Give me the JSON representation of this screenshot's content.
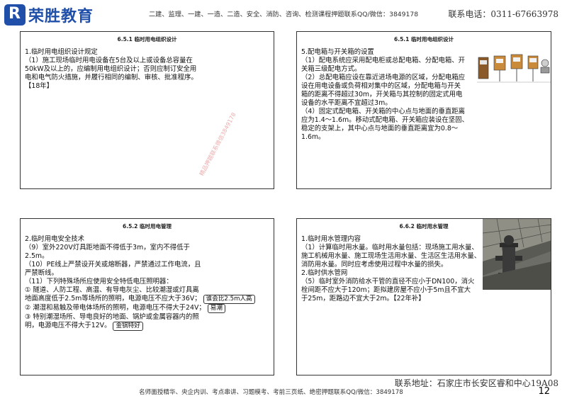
{
  "header": {
    "logo_glyph": "R",
    "logo_text": "荣胜教育",
    "banner": "二建、监理、一建、一造、二造、安全、消防、咨询、检测课程押题联系QQ/微信：3849178",
    "phone": "联系电话：0311-67663978"
  },
  "panels": [
    {
      "title": "6.5.1 临时用电组织设计",
      "lines": [
        "1.临时用电组织设计规定",
        "（1）施工现场临时用电设备在5台及以上或设备总容量在",
        "50kW及以上的，应编制用电组织设计；否则应制订安全用",
        "电和电气防火措施，并履行相同的编制、审核、批准程序。",
        "【18年】"
      ],
      "watermark": "精品押题联系微信3849178"
    },
    {
      "title": "6.5.1 临时用电组织设计",
      "lines": [
        "5.配电箱与开关箱的设置",
        "（1）配电系统应采用配电柜或总配电箱、分配电箱、开",
        "关箱三级配电方式。",
        "（2）总配电箱应设在靠近进场电源的区域，分配电箱应",
        "设在用电设备或负荷相对集中的区域，分配电箱与开关",
        "箱的距离不得超过30m，开关箱与其控制的固定式用电",
        "设备的水平距离不宜超过3m。",
        "（4）固定式配电箱、开关箱的中心点与地面的垂直距离",
        "应为1.4～1.6m。移动式配电箱、开关箱应装设在坚固、",
        "稳定的支架上，其中心点与地面的垂直距离宜为0.8～",
        "1.6m。"
      ]
    },
    {
      "title": "6.5.2 临时用电管理",
      "lines": [
        "2.临时用电安全技术",
        "（9）室外220V灯具距地面不得低于3m，室内不得低于",
        "2.5m。",
        "（10）PE线上严禁设开关或熔断器，严禁通过工作电流，且",
        "严禁断线。",
        "（11）下列特殊场所应使用安全特低电压照明器：",
        "① 隧道、人防工程、高温、有导电灰尘、比较潮湿或灯具离",
        "地面高度低于2.5m等场所的照明，电源电压不应大于36V；",
        "② 潮湿和易触及带电体场所的照明，电源电压不得大于24V；",
        "③ 特别潮湿场所、导电良好的地面、锅炉或金属容器内的照",
        "明，电源电压不得大于12V。"
      ],
      "mnemonics": [
        "谁会比2.5m人高",
        "易潮",
        "金锅特好"
      ]
    },
    {
      "title": "6.6.2 临时用水管理",
      "lines": [
        "1.临时用水管理内容",
        "（1）计算临时用水量。临时用水量包括：现场施工用水量、",
        "施工机械用水量、施工现场生活用水量、生活区生活用水量、",
        "消防用水量。同时应考虑使用过程中水量的损失。",
        "2.临时供水管网",
        "（5）临时室外消防给水干管的直径不应小于DN100，消火",
        "栓间距不应大于120m；距拟建房屋不应小于5m且不宜大",
        "于25m，距路边不宜大于2m。【22年补】"
      ]
    }
  ],
  "footer": {
    "address": "联系地址：石家庄市长安区睿和中心19A08",
    "courses": "名师面授精华、央企内训、考点串讲、习题模考、考前三页纸、绝密押题联系QQ/微信：3849178",
    "page_number": "12"
  },
  "colors": {
    "brand": "#1f4fa8",
    "watermark": "#e8a0a0",
    "cabinet": "#8a5a2a"
  }
}
